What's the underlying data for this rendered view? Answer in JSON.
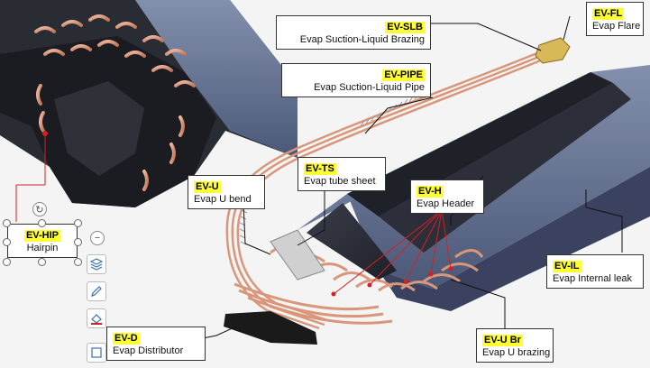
{
  "callouts": {
    "hip": {
      "code": "EV-HIP",
      "desc": "Hairpin"
    },
    "slb": {
      "code": "EV-SLB",
      "desc": "Evap Suction-Liquid Brazing"
    },
    "pipe": {
      "code": "EV-PIPE",
      "desc": "Evap Suction-Liquid Pipe"
    },
    "fl": {
      "code": "EV-FL",
      "desc": "Evap Flare"
    },
    "u": {
      "code": "EV-U",
      "desc": "Evap U bend"
    },
    "ts": {
      "code": "EV-TS",
      "desc": "Evap tube sheet"
    },
    "h": {
      "code": "EV-H",
      "desc": "Evap Header"
    },
    "il": {
      "code": "EV-IL",
      "desc": "Evap Internal leak"
    },
    "d": {
      "code": "EV-D",
      "desc": "Evap Distributor"
    },
    "ubr": {
      "code": "EV-U Br",
      "desc": "Evap U brazing"
    }
  },
  "toolbar": {
    "rotate_icon": "rotate-icon",
    "minus_icon": "minus-icon",
    "layers_icon": "layers-icon",
    "pen_icon": "pen-icon",
    "fill_icon": "fill-icon",
    "square_icon": "square-icon"
  },
  "colors": {
    "highlight": "#ffff33",
    "pointer_red": "#d32020",
    "copper": "#d9967a",
    "body_dark": "#2a2d36",
    "slate": "#5c6a8a"
  }
}
